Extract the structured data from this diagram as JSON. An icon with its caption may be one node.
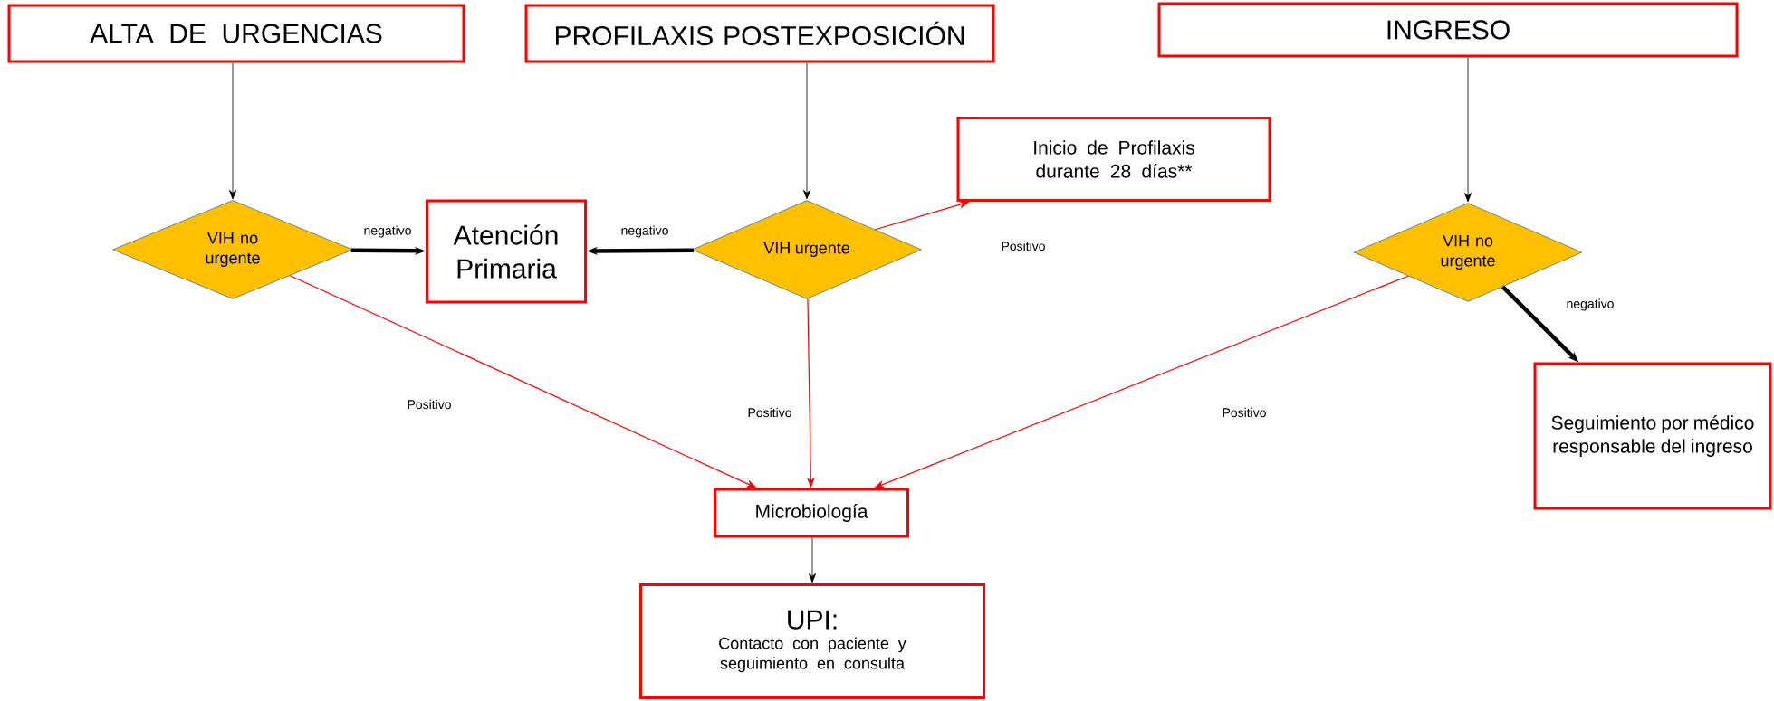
{
  "diagram": {
    "nodes": [
      {
        "text": [
          "ALTA DE URGENCIAS"
        ]
      },
      {
        "text": [
          "PROFILAXIS POSTEXPOSICIÓN"
        ]
      },
      {
        "text": [
          "INGRESO"
        ]
      },
      {
        "text": [
          "VIH no urgente"
        ]
      },
      {
        "text": [
          "Atención Primaria"
        ]
      },
      {
        "text": [
          "VIH urgente"
        ]
      },
      {
        "text": [
          "Inicio de Profilaxis durante 28 días**"
        ]
      },
      {
        "text": [
          "VIH no urgente"
        ]
      },
      {
        "text": [
          "Seguimiento por médico responsable del ingreso"
        ]
      },
      {
        "text": [
          "Microbiología"
        ]
      },
      {
        "text": [
          "UPI:",
          "Contacto con paciente y seguimiento en consulta"
        ]
      }
    ],
    "edges": [
      {
        "from": 0,
        "to": 3,
        "arrow": "to"
      },
      {
        "from": 1,
        "to": 5,
        "arrow": "to"
      },
      {
        "from": 2,
        "to": 7,
        "arrow": "to"
      },
      {
        "from": 3,
        "to": 4,
        "arrow": "to",
        "label": "negativo",
        "style": "thick"
      },
      {
        "from": 5,
        "to": 4,
        "arrow": "to",
        "label": "negativo",
        "style": "thick"
      },
      {
        "from": 5,
        "to": 6,
        "arrow": "to",
        "label": "Positivo",
        "color": "#ff0000"
      },
      {
        "from": 3,
        "to": 9,
        "arrow": "to",
        "label": "Positivo",
        "color": "#ff0000"
      },
      {
        "from": 5,
        "to": 9,
        "arrow": "to",
        "label": "Positivo",
        "color": "#ff0000"
      },
      {
        "from": 7,
        "to": 9,
        "arrow": "to",
        "label": "Positivo",
        "color": "#ff0000"
      },
      {
        "from": 7,
        "to": 8,
        "arrow": "to",
        "label": "negativo",
        "style": "thick"
      },
      {
        "from": 9,
        "to": 10,
        "arrow": "to"
      }
    ]
  }
}
